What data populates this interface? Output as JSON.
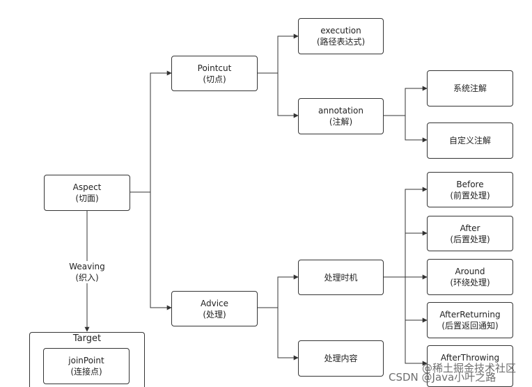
{
  "nodes": {
    "aspect": {
      "label": "Aspect",
      "sub": "(切面)"
    },
    "pointcut": {
      "label": "Pointcut",
      "sub": "(切点)"
    },
    "advice": {
      "label": "Advice",
      "sub": "(处理)"
    },
    "execution": {
      "label": "execution",
      "sub": "(路径表达式)"
    },
    "annotation": {
      "label": "annotation",
      "sub": "(注解)"
    },
    "system_annotation": {
      "label": "系统注解"
    },
    "custom_annotation": {
      "label": "自定义注解"
    },
    "timing": {
      "label": "处理时机"
    },
    "content": {
      "label": "处理内容"
    },
    "before": {
      "label": "Before",
      "sub": "(前置处理)"
    },
    "after": {
      "label": "After",
      "sub": "(后置处理)"
    },
    "around": {
      "label": "Around",
      "sub": "(环绕处理)"
    },
    "after_returning": {
      "label": "AfterReturning",
      "sub": "(后置返回通知)"
    },
    "after_throwing": {
      "label": "AfterThrowing"
    },
    "joinpoint": {
      "label": "joinPoint",
      "sub": "(连接点)"
    }
  },
  "target_group": {
    "title": "Target"
  },
  "weaving": {
    "label": "Weaving",
    "sub": "(织入)"
  },
  "watermark": {
    "line1": "@稀土掘金技术社区",
    "line2": "CSDN @Java小叶之路"
  }
}
